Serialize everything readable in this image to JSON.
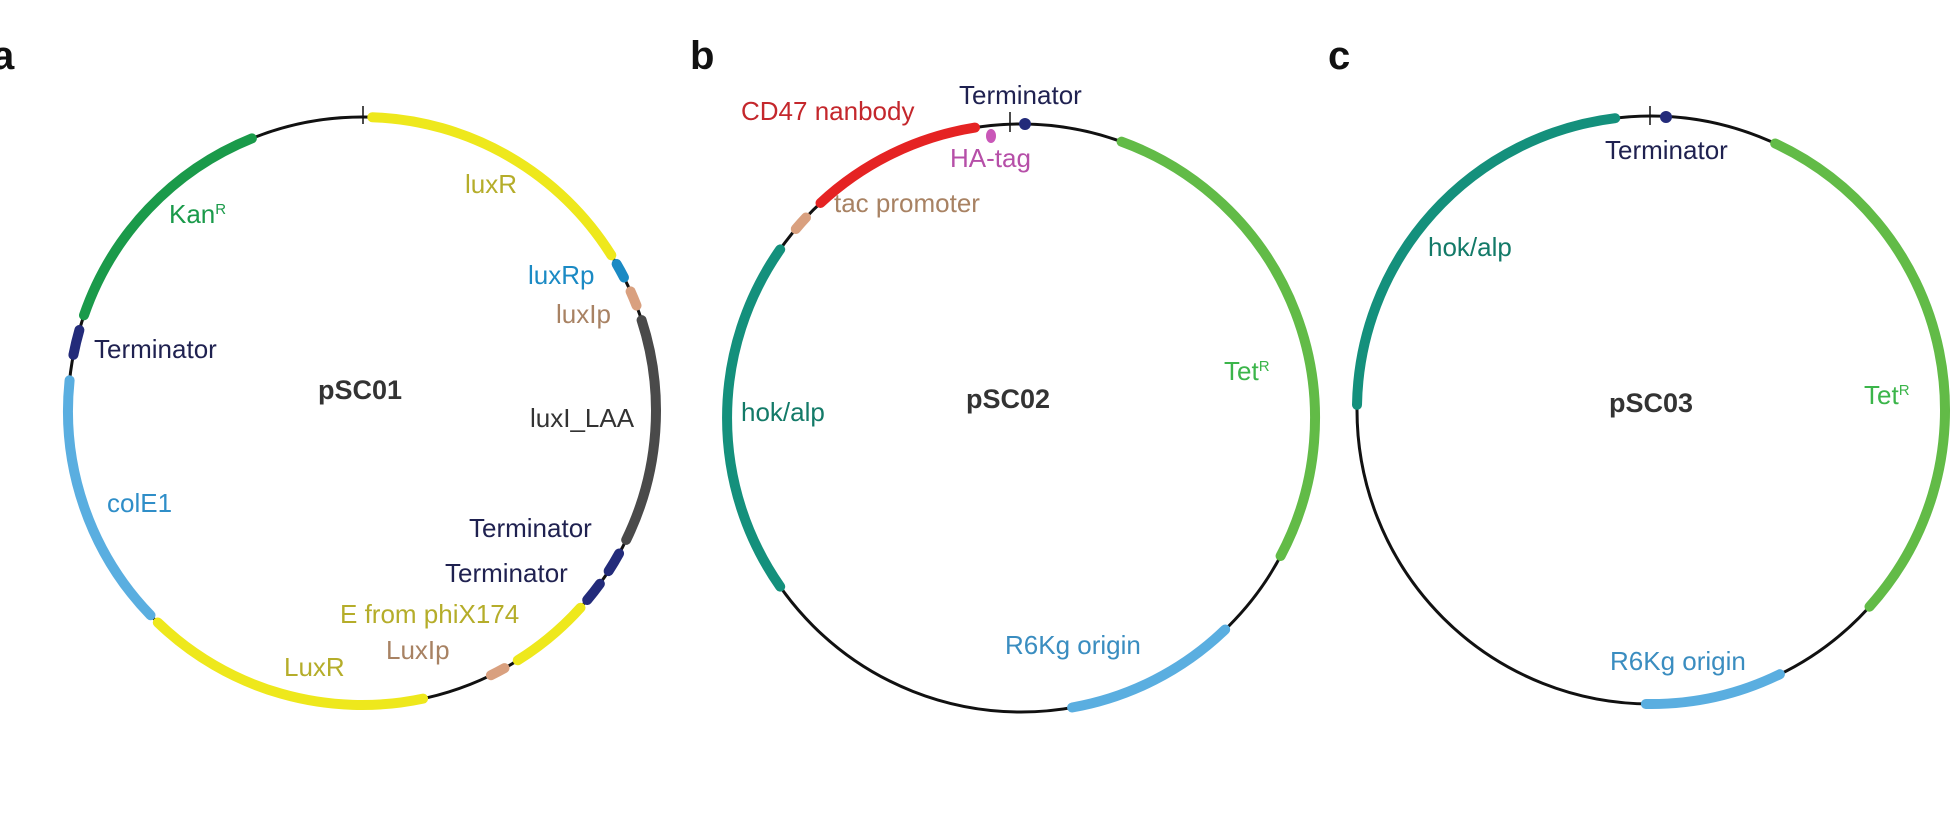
{
  "colors": {
    "backbone": "#111111",
    "kanR": "#1a9a4a",
    "luxR": "#eee81c",
    "lux_label": "#b5ad2a",
    "luxRp": "#1b8ac4",
    "luxIp": "#d9a07f",
    "luxIp_label": "#a88263",
    "luxI_LAA": "#4a4a4a",
    "terminator": "#232b7a",
    "terminator_label": "#1f2150",
    "colE1": "#5aaee0",
    "colE1_label": "#2f8ec8",
    "hok": "#14907c",
    "hok_label": "#137a68",
    "tetR": "#62bb47",
    "tetR_label": "#3bb54a",
    "r6k": "#5aaee0",
    "r6k_label": "#3a8dc0",
    "cd47": "#e52323",
    "cd47_label": "#c4272c",
    "tac": "#d9a07f",
    "tac_label": "#a88263",
    "ha": "#c957b8",
    "ha_label": "#b64fa8"
  },
  "panels": {
    "a": {
      "letter": "a",
      "plasmid": "pSC01",
      "labels": {
        "kan": "Kan",
        "kan_sup": "R",
        "luxR_top": "luxR",
        "luxRp": "luxRp",
        "luxIp": "luxIp",
        "terminator_left": "Terminator",
        "luxI_LAA": "luxI_LAA",
        "colE1": "colE1",
        "terminator_r1": "Terminator",
        "terminator_r2": "Terminator",
        "e_phix": "E from phiX174",
        "luxIp_bottom": "LuxIp",
        "luxR_bottom": "LuxR"
      }
    },
    "b": {
      "letter": "b",
      "plasmid": "pSC02",
      "labels": {
        "cd47": "CD47 nanbody",
        "terminator": "Terminator",
        "ha": "HA-tag",
        "tac": "tac promoter",
        "hok": "hok/alp",
        "tet": "Tet",
        "tet_sup": "R",
        "r6k": "R6Kg origin"
      }
    },
    "c": {
      "letter": "c",
      "plasmid": "pSC03",
      "labels": {
        "terminator": "Terminator",
        "hok": "hok/alp",
        "tet": "Tet",
        "tet_sup": "R",
        "r6k": "R6Kg origin"
      }
    }
  }
}
